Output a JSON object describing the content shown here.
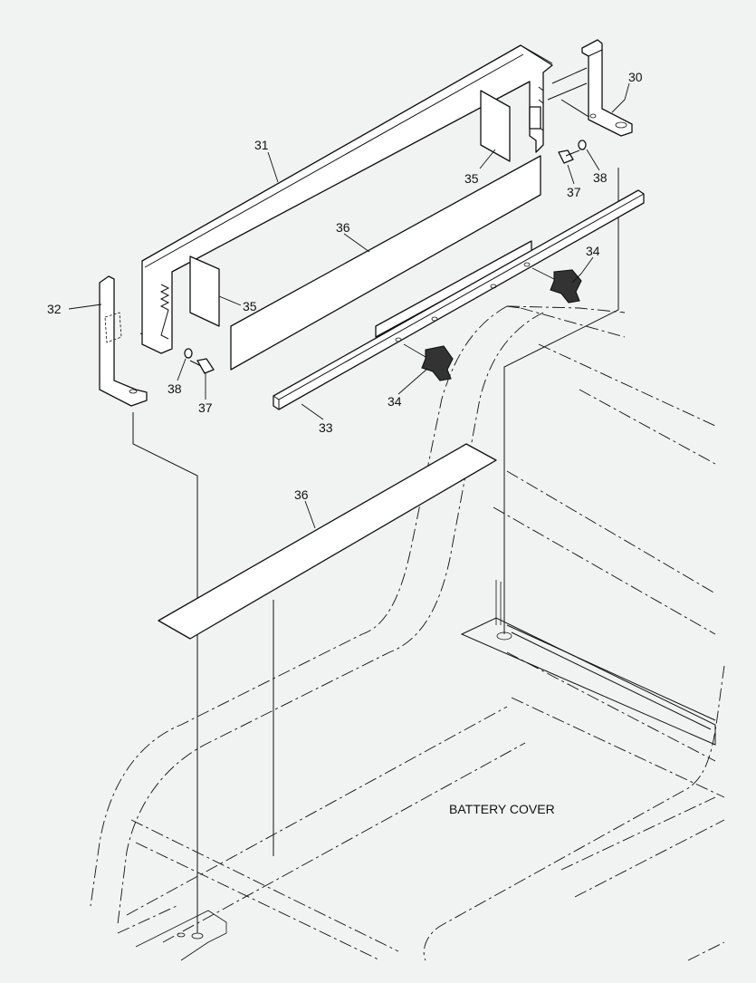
{
  "diagram": {
    "callouts": {
      "p30": "30",
      "p31": "31",
      "p32": "32",
      "p33": "33",
      "p34a": "34",
      "p34b": "34",
      "p35a": "35",
      "p35b": "35",
      "p36a": "36",
      "p36b": "36",
      "p37a": "37",
      "p37b": "37",
      "p38a": "38",
      "p38b": "38"
    },
    "label": "BATTERY COVER"
  }
}
